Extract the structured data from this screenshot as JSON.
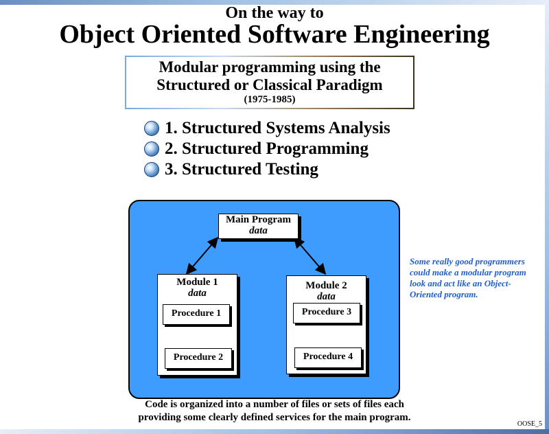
{
  "title": {
    "small": "On the way to",
    "large": "Object Oriented Software Engineering"
  },
  "subtitle": {
    "line1": "Modular programming using the",
    "line2": "Structured or Classical Paradigm",
    "years": "(1975-1985)"
  },
  "bullets": [
    "1. Structured Systems Analysis",
    "2. Structured Programming",
    "3. Structured Testing"
  ],
  "diagram": {
    "main": {
      "label": "Main Program",
      "sub": "data"
    },
    "module1": {
      "label": "Module 1",
      "sub": "data",
      "procedures": [
        "Procedure 1",
        "Procedure 2"
      ]
    },
    "module2": {
      "label": "Module 2",
      "sub": "data",
      "procedures": [
        "Procedure 3",
        "Procedure 4"
      ]
    },
    "fill_color": "#3f9cff"
  },
  "side_note": "Some really good programmers could make a modular program look and act like an Object-Oriented program.",
  "caption": {
    "line1": "Code is organized into a number of files or sets of files each",
    "line2": "providing some clearly defined services for the main program."
  },
  "slide_id": "OOSE_5",
  "colors": {
    "note": "#1f5fcf",
    "icon": "#5f96cf"
  }
}
